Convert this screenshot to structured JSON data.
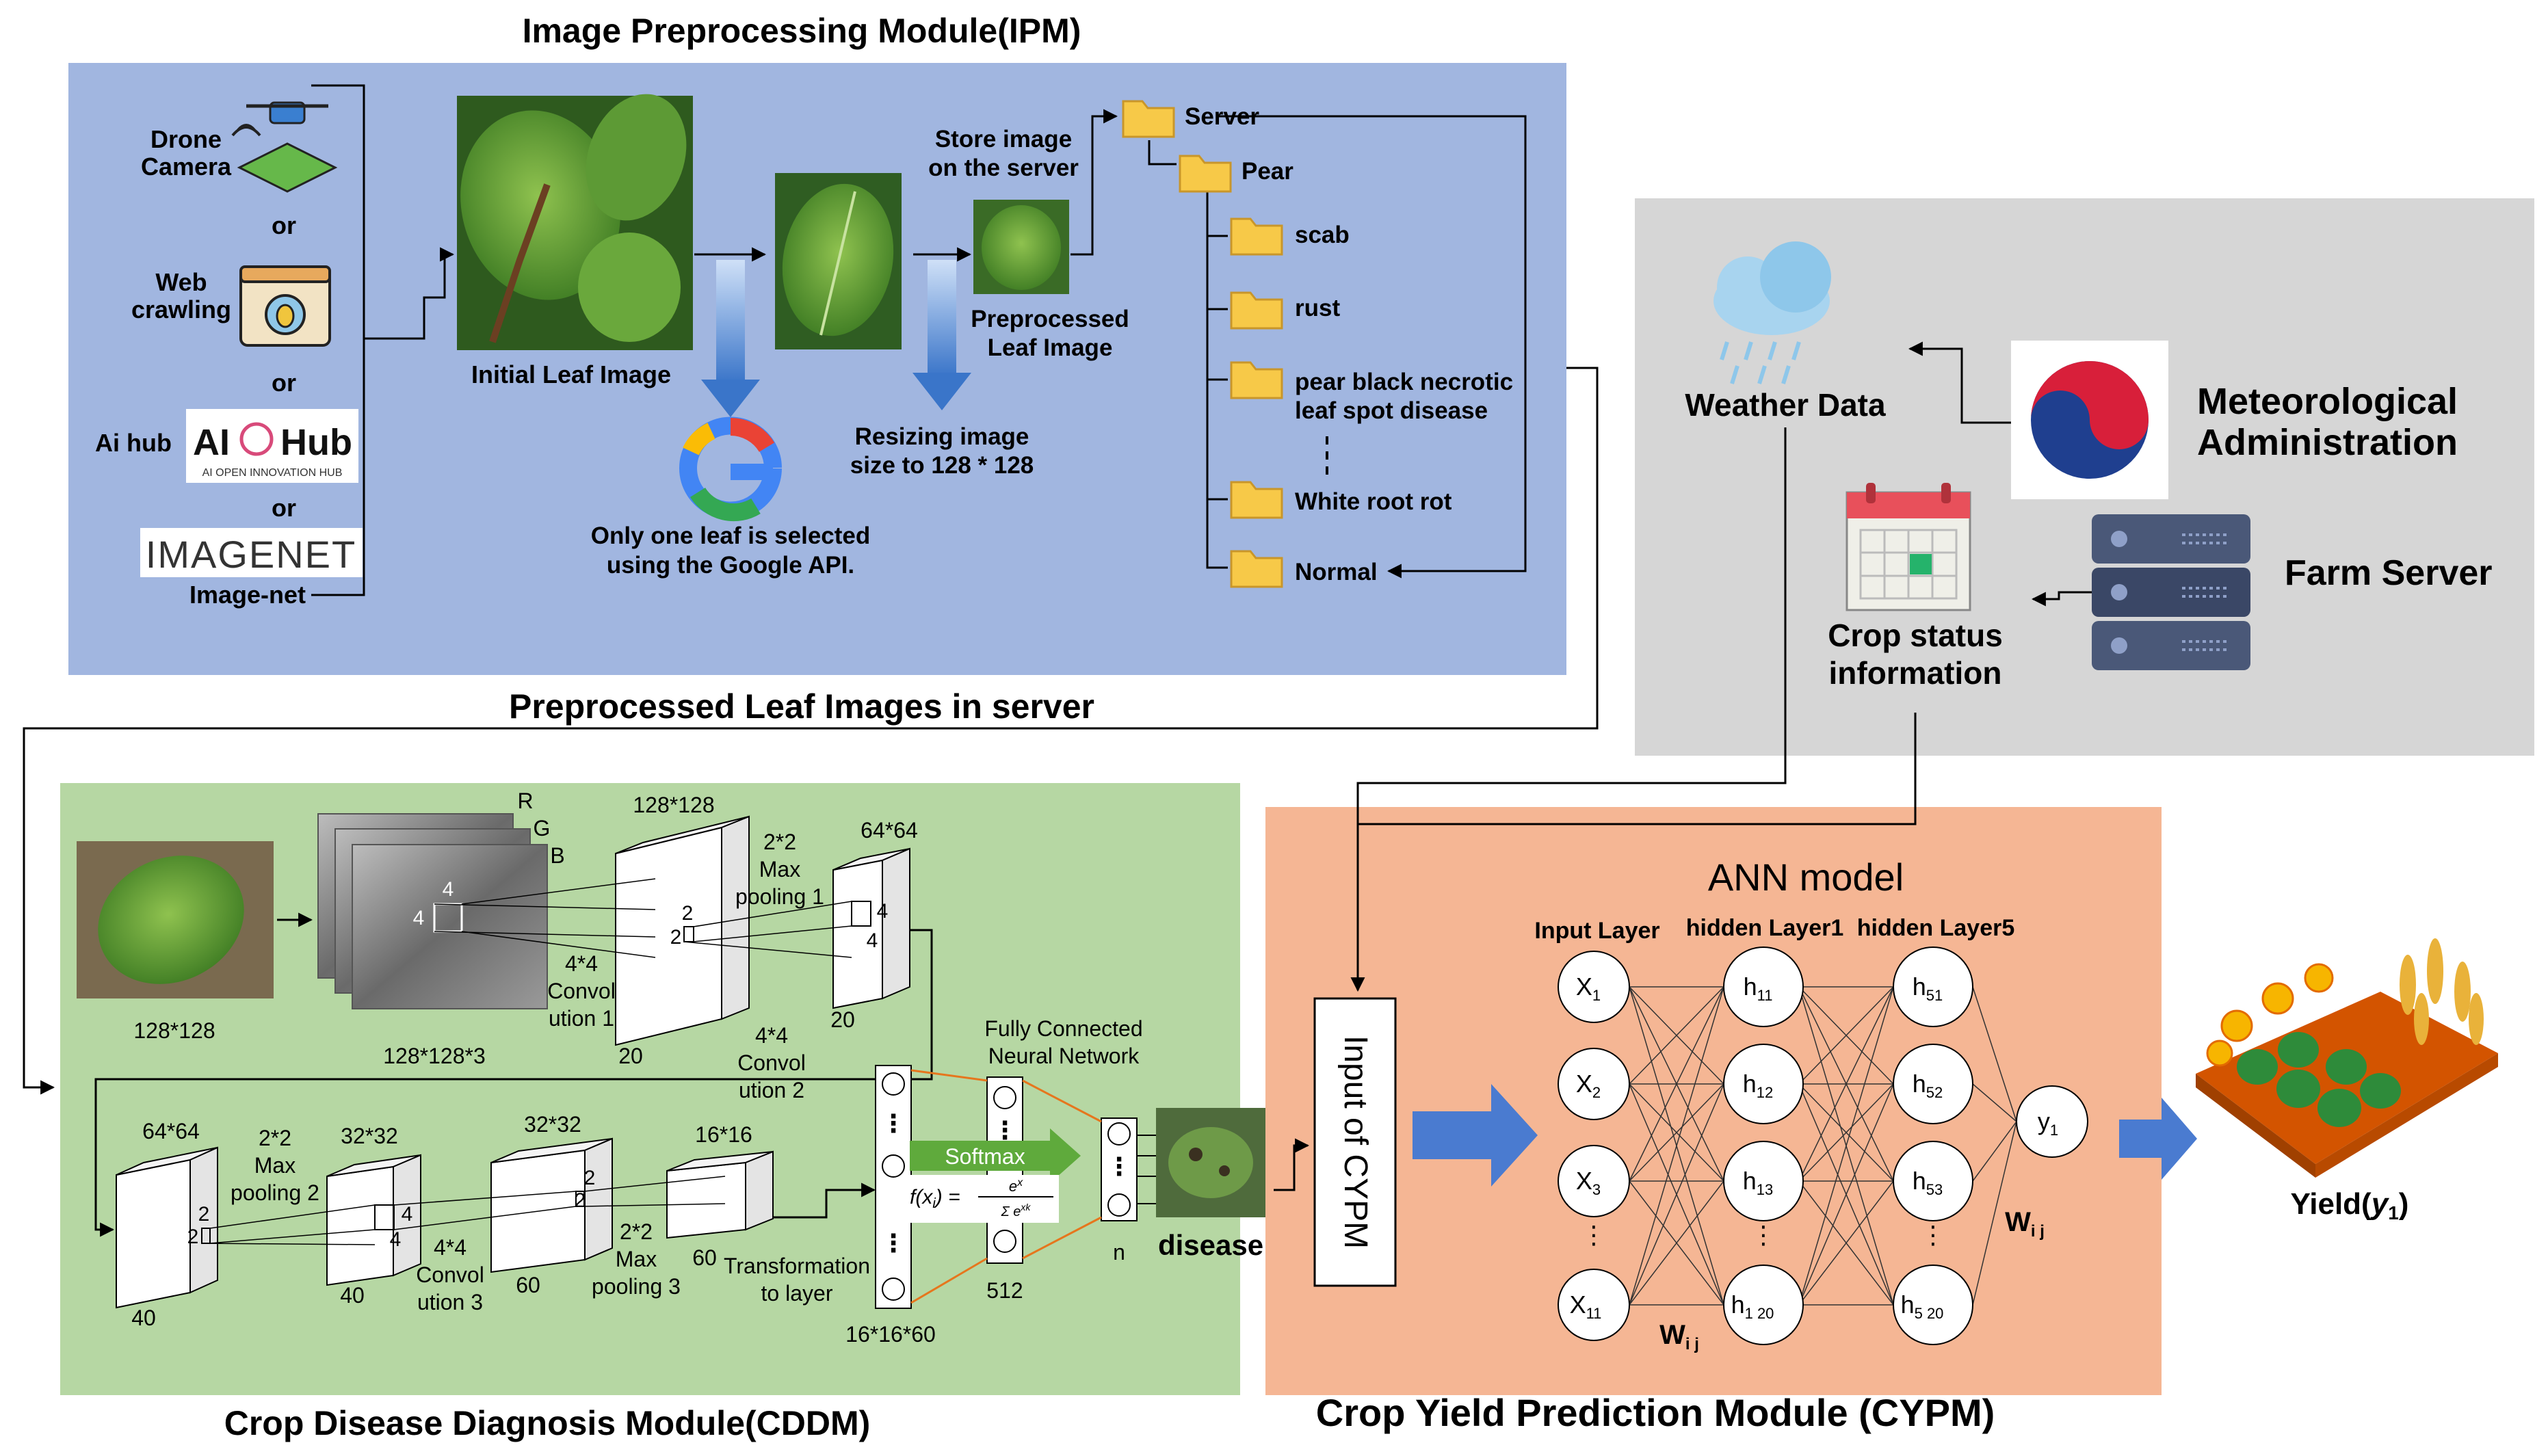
{
  "ipm": {
    "title": "Image Preprocessing Module(IPM)",
    "bottom_label": "Preprocessed Leaf Images in server",
    "sources": {
      "drone_line1": "Drone",
      "drone_line2": "Camera",
      "or": "or",
      "web_line1": "Web",
      "web_line2": "crawling",
      "aihub_label": "Ai hub",
      "aihub_logo_ai": "AI",
      "aihub_logo_hub": "Hub",
      "aihub_logo_sub": "AI OPEN INNOVATION HUB",
      "imagenet_logo": "IMAGENET",
      "imagenet_label": "Image-net"
    },
    "initial_leaf_label": "Initial Leaf Image",
    "google_line1": "Only one leaf is selected",
    "google_line2": "using the Google API.",
    "resize_line1": "Resizing image",
    "resize_line2": "size to 128 * 128",
    "store_line1": "Store image",
    "store_line2": "on the server",
    "preprocessed_line1": "Preprocessed",
    "preprocessed_line2": "Leaf Image",
    "folders": {
      "server": "Server",
      "pear": "Pear",
      "scab": "scab",
      "rust": "rust",
      "pbn_line1": "pear black necrotic",
      "pbn_line2": "leaf spot disease",
      "white_root": "White root rot",
      "normal": "Normal"
    }
  },
  "data_panel": {
    "weather": "Weather Data",
    "met_line1": "Meteorological",
    "met_line2": "Administration",
    "farm_server": "Farm Server",
    "crop_line1": "Crop status",
    "crop_line2": "information"
  },
  "cddm": {
    "title": "Crop Disease Diagnosis Module(CDDM)",
    "input_size": "128*128",
    "rgb_r": "R",
    "rgb_g": "G",
    "rgb_b": "B",
    "rgb_size": "128*128*3",
    "k4": "4",
    "k2": "2",
    "c1_top": "128*128",
    "c1_depth": "20",
    "conv1_l1": "4*4",
    "conv1_l2": "Convol",
    "conv1_l3": "ution 1",
    "pool1_l1": "2*2",
    "pool1_l2": "Max",
    "pool1_l3": "pooling 1",
    "p1_top": "64*64",
    "p1_depth": "20",
    "conv2_l1": "4*4",
    "conv2_l2": "Convol",
    "conv2_l3": "ution 2",
    "c2_top": "64*64",
    "c2_depth": "40",
    "pool2_l1": "2*2",
    "pool2_l2": "Max",
    "pool2_l3": "pooling 2",
    "p2_top": "32*32",
    "p2_depth": "40",
    "conv3_l1": "4*4",
    "conv3_l2": "Convol",
    "conv3_l3": "ution 3",
    "c3_top": "32*32",
    "c3_depth": "60",
    "pool3_l1": "2*2",
    "pool3_l2": "Max",
    "pool3_l3": "pooling 3",
    "p3_top": "16*16",
    "p3_depth": "60",
    "transform_l1": "Transformation",
    "transform_l2": "to layer",
    "flat_size": "16*16*60",
    "fc_l1": "Fully Connected",
    "fc_l2": "Neural Network",
    "fc_size": "512",
    "softmax": "Softmax",
    "out_n": "n",
    "disease": "disease"
  },
  "cypm": {
    "title": "Crop Yield Prediction Module (CYPM)",
    "ann": "ANN model",
    "input_cypm": "Input of CYPM",
    "input_layer": "Input Layer",
    "hidden1": "hidden Layer1",
    "hidden5": "hidden Layer5",
    "weight": "W",
    "weight_sub": "i j",
    "x_nodes": [
      "1",
      "2",
      "3",
      "11"
    ],
    "h1_nodes": [
      "11",
      "12",
      "13",
      "1 20"
    ],
    "h5_nodes": [
      "51",
      "52",
      "53",
      "5 20"
    ],
    "out_node": "1",
    "yield_label": "Yield(",
    "yield_var": "y",
    "yield_sub": "1",
    "yield_close": ")"
  },
  "colors": {
    "ipm_bg": "#a1b6e0",
    "cddm_bg": "#b6d7a3",
    "cypm_bg": "#f5b694",
    "data_bg": "#d6d6d6",
    "arrow_blue": "#4a7bd0",
    "softmax_green": "#5faa3c",
    "folder_yellow": "#f7c948"
  }
}
